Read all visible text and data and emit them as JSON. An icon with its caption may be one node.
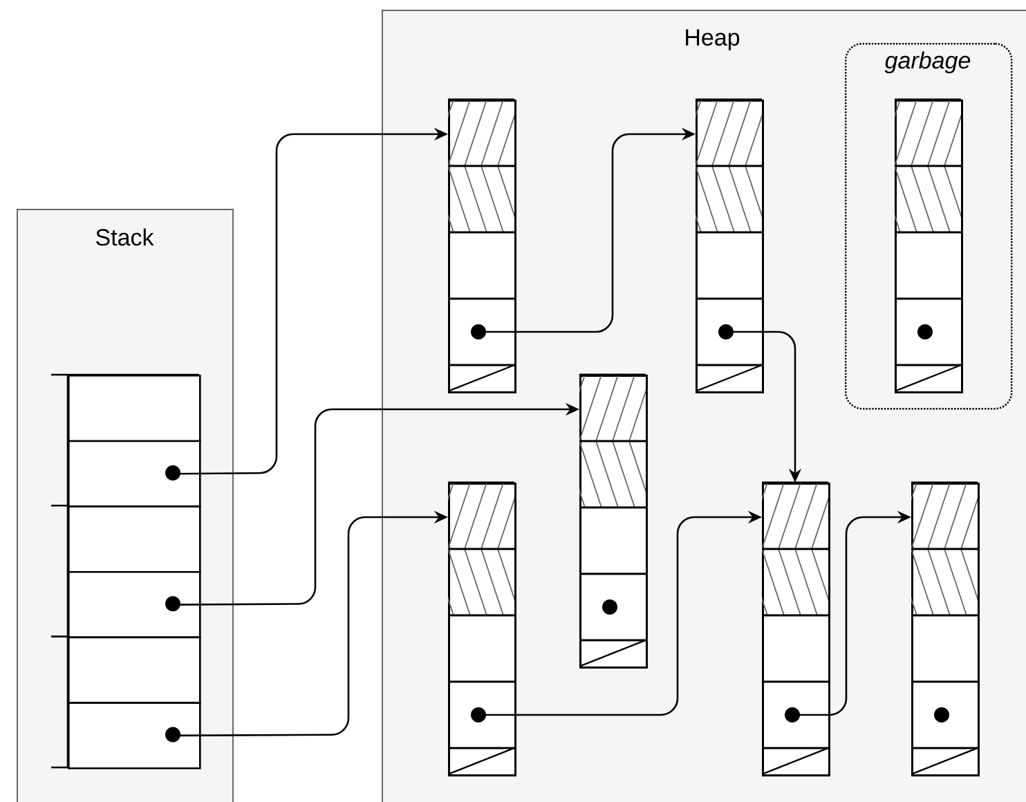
{
  "diagram": {
    "nodes": [
      {
        "text": [
          "Stack"
        ]
      },
      {
        "text": [
          "Heap"
        ]
      },
      {
        "text": [
          "garbage"
        ],
        "in": 1
      },
      {
        "text": [],
        "shape": "box",
        "in": 0
      },
      {
        "text": [],
        "shape": "box",
        "in": 0
      },
      {
        "text": [],
        "shape": "box",
        "in": 0
      },
      {
        "text": [],
        "shape": "box",
        "in": 0
      },
      {
        "text": [],
        "shape": "box",
        "in": 0
      },
      {
        "text": [],
        "shape": "box",
        "in": 0
      },
      {
        "text": [],
        "shape": "box",
        "in": 1
      },
      {
        "text": [],
        "shape": "box",
        "in": 1
      },
      {
        "text": [],
        "shape": "box",
        "in": 2
      },
      {
        "text": [],
        "shape": "box",
        "in": 1
      },
      {
        "text": [],
        "shape": "box",
        "in": 1
      },
      {
        "text": [],
        "shape": "box",
        "in": 1
      },
      {
        "text": [],
        "shape": "box",
        "in": 1
      }
    ],
    "edges": [
      {
        "from": 4,
        "to": 9,
        "arrow": "to"
      },
      {
        "from": 6,
        "to": 12,
        "arrow": "to"
      },
      {
        "from": 8,
        "to": 13,
        "arrow": "to"
      },
      {
        "from": 9,
        "to": 10,
        "arrow": "to"
      },
      {
        "from": 10,
        "to": 14,
        "arrow": "to"
      },
      {
        "from": 13,
        "to": 14,
        "arrow": "to"
      },
      {
        "from": 14,
        "to": 15,
        "arrow": "to"
      }
    ]
  }
}
